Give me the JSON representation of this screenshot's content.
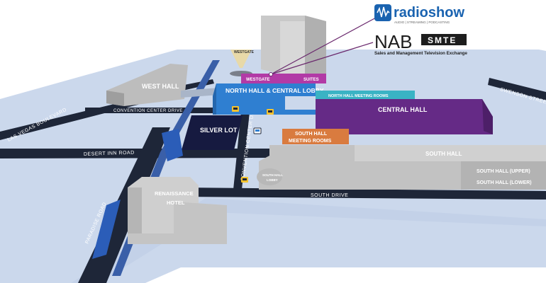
{
  "logos": {
    "radioshow": {
      "name": "radioshow",
      "tagline": "AUDIO | STREAMING | PODCASTING",
      "brand_color": "#1a63b0"
    },
    "nab": {
      "name": "NAB",
      "badge": "SMTE",
      "subtitle": "Sales and Management Television Exchange"
    }
  },
  "buildings": {
    "westgate_tower": "WESTGATE",
    "west_hall": "WEST HALL",
    "westgate_suites_left": "WESTGATE",
    "westgate_suites_right": "SUITES",
    "north_hall": "NORTH HALL & CENTRAL LOBBY",
    "north_hall_meeting_rooms": "NORTH HALL MEETING ROOMS",
    "central_hall": "CENTRAL HALL",
    "silver_lot": "SILVER LOT",
    "south_hall_meeting_rooms_1": "SOUTH HALL",
    "south_hall_meeting_rooms_2": "MEETING ROOMS",
    "south_hall": "SOUTH HALL",
    "south_hall_lobby_1": "SOUTH HALL",
    "south_hall_lobby_2": "LOBBY",
    "south_hall_upper": "SOUTH HALL (UPPER)",
    "south_hall_lower": "SOUTH HALL (LOWER)",
    "renaissance_1": "RENAISSANCE",
    "renaissance_2": "HOTEL"
  },
  "roads": {
    "las_vegas_blvd": "LAS VEGAS BOULEVARD",
    "convention_center_drive_top": "CONVENTION CENTER DRIVE",
    "convention_center_drive_vertical": "CONVENTION CENTER DRIVE",
    "desert_inn": "DESERT INN ROAD",
    "south_drive": "SOUTH DRIVE",
    "paradise": "PARADISE ROAD",
    "swenson": "SWENSON STREET"
  },
  "colors": {
    "ground": "#cbd8ec",
    "road": "#1e2638",
    "north_hall": "#2f7fd1",
    "central_hall": "#652a86",
    "westgate_suites": "#b23aa6",
    "meeting_rooms_teal": "#3ab3c4",
    "south_meeting_orange": "#d97b3f",
    "silver_lot": "#161a40",
    "gray_building": "#bdbdbd"
  },
  "icons": [
    "taxi-icon",
    "taxi-icon",
    "taxi-icon",
    "bus-icon"
  ]
}
